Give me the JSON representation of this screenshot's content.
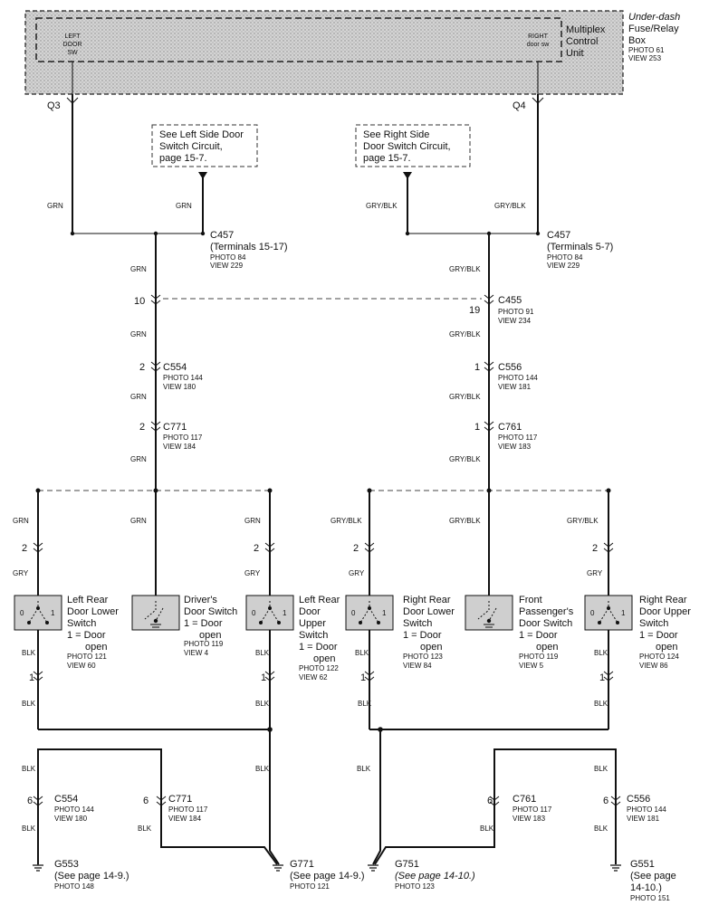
{
  "fuse_box": {
    "title_lines": [
      "Under-dash",
      "Fuse/Relay",
      "Box"
    ],
    "photo": "PHOTO 61",
    "view": "VIEW 253",
    "unit_lines": [
      "Multiplex",
      "Control",
      "Unit"
    ],
    "left_sw": [
      "LEFT",
      "DOOR",
      "SW"
    ],
    "right_sw": [
      "RIGHT",
      "door sw"
    ]
  },
  "pins": {
    "left": "Q3",
    "right": "Q4"
  },
  "ref_boxes": {
    "left": [
      "See Left Side Door",
      "Switch Circuit,",
      "page 15-7."
    ],
    "right": [
      "See Right Side",
      "Door Switch Circuit,",
      "page 15-7."
    ]
  },
  "wires": {
    "grn": "GRN",
    "gry_blk": "GRY/BLK",
    "gry": "GRY",
    "blk": "BLK"
  },
  "connectors": {
    "c457_left": {
      "name": "C457",
      "terminals": "(Terminals 15-17)",
      "photo": "PHOTO 84",
      "view": "VIEW 229"
    },
    "c457_right": {
      "name": "C457",
      "terminals": "(Terminals 5-7)",
      "photo": "PHOTO 84",
      "view": "VIEW 229"
    },
    "c455": {
      "name": "C455",
      "photo": "PHOTO 91",
      "view": "VIEW 234",
      "pin_left": "10",
      "pin_right": "19"
    },
    "c554_upper": {
      "name": "C554",
      "photo": "PHOTO 144",
      "view": "VIEW 180",
      "pin": "2"
    },
    "c556_upper": {
      "name": "C556",
      "photo": "PHOTO 144",
      "view": "VIEW 181",
      "pin": "1"
    },
    "c771_upper": {
      "name": "C771",
      "photo": "PHOTO 117",
      "view": "VIEW 184",
      "pin": "2"
    },
    "c761_upper": {
      "name": "C761",
      "photo": "PHOTO 117",
      "view": "VIEW 183",
      "pin": "1"
    },
    "c554_lower": {
      "name": "C554",
      "photo": "PHOTO 144",
      "view": "VIEW 180",
      "pin": "6"
    },
    "c771_lower": {
      "name": "C771",
      "photo": "PHOTO 117",
      "view": "VIEW 184",
      "pin": "6"
    },
    "c761_lower": {
      "name": "C761",
      "photo": "PHOTO 117",
      "view": "VIEW 183",
      "pin": "6"
    },
    "c556_lower": {
      "name": "C556",
      "photo": "PHOTO 144",
      "view": "VIEW 181",
      "pin": "6"
    }
  },
  "pin_labels": {
    "two": "2",
    "one": "1"
  },
  "switches": [
    {
      "id": "lr_lower",
      "lines": [
        "Left Rear",
        "Door Lower",
        "Switch",
        "1 = Door",
        "open"
      ],
      "photo": "PHOTO 121",
      "view": "VIEW 60"
    },
    {
      "id": "driver",
      "lines": [
        "Driver's",
        "Door Switch",
        "1 = Door",
        "open"
      ],
      "photo": "PHOTO 119",
      "view": "VIEW 4"
    },
    {
      "id": "lr_upper",
      "lines": [
        "Left Rear",
        "Door",
        "Upper",
        "Switch",
        "1 = Door",
        "open"
      ],
      "photo": "PHOTO 122",
      "view": "VIEW 62"
    },
    {
      "id": "rr_lower",
      "lines": [
        "Right Rear",
        "Door Lower",
        "Switch",
        "1 = Door",
        "open"
      ],
      "photo": "PHOTO 123",
      "view": "VIEW 84"
    },
    {
      "id": "front_pass",
      "lines": [
        "Front",
        "Passenger's",
        "Door Switch",
        "1 = Door",
        "open"
      ],
      "photo": "PHOTO 119",
      "view": "VIEW 5"
    },
    {
      "id": "rr_upper",
      "lines": [
        "Right Rear",
        "Door Upper",
        "Switch",
        "1 = Door",
        "open"
      ],
      "photo": "PHOTO 124",
      "view": "VIEW 86"
    }
  ],
  "switch_terminals": {
    "zero": "0",
    "one": "1"
  },
  "grounds": [
    {
      "name": "G553",
      "note": "(See page 14-9.)",
      "photo": "PHOTO 148"
    },
    {
      "name": "G771",
      "note": "(See page 14-9.)",
      "photo": "PHOTO 121"
    },
    {
      "name": "G751",
      "note": "(See page 14-10.)",
      "photo": "PHOTO 123"
    },
    {
      "name": "G551",
      "note_lines": [
        "(See page",
        "14-10.)"
      ],
      "photo": "PHOTO 151"
    }
  ]
}
